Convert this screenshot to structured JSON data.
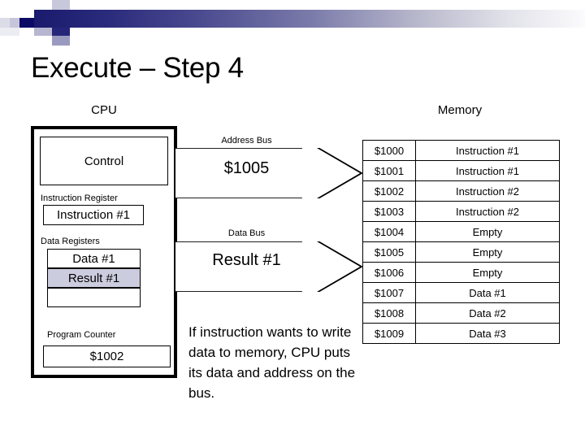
{
  "slide": {
    "title": "Execute – Step 4",
    "cpu_caption": "CPU",
    "memory_caption": "Memory",
    "note": "If instruction wants to write data to memory, CPU puts its data and address on the bus."
  },
  "cpu": {
    "control_label": "Control",
    "instruction_register_label": "Instruction Register",
    "instruction_register_value": "Instruction #1",
    "data_registers_label": "Data Registers",
    "data_registers": [
      {
        "value": "Data #1",
        "highlighted": false
      },
      {
        "value": "Result #1",
        "highlighted": true
      },
      {
        "value": "",
        "highlighted": false
      }
    ],
    "program_counter_label": "Program Counter",
    "program_counter_value": "$1002"
  },
  "buses": [
    {
      "name": "address-bus",
      "label": "Address Bus",
      "value": "$1005",
      "direction": "right"
    },
    {
      "name": "data-bus",
      "label": "Data Bus",
      "value": "Result #1",
      "direction": "right"
    }
  ],
  "memory": {
    "columns": [
      "address",
      "contents"
    ],
    "rows": [
      {
        "address": "$1000",
        "contents": "Instruction #1"
      },
      {
        "address": "$1001",
        "contents": "Instruction #1"
      },
      {
        "address": "$1002",
        "contents": "Instruction #2"
      },
      {
        "address": "$1003",
        "contents": "Instruction #2"
      },
      {
        "address": "$1004",
        "contents": "Empty"
      },
      {
        "address": "$1005",
        "contents": "Empty"
      },
      {
        "address": "$1006",
        "contents": "Empty"
      },
      {
        "address": "$1007",
        "contents": "Data #1"
      },
      {
        "address": "$1008",
        "contents": "Data #2"
      },
      {
        "address": "$1009",
        "contents": "Data #3"
      }
    ]
  },
  "colors": {
    "band_dark": "#1a1a6e",
    "band_light": "#fbfbfd",
    "highlight": "#ccccdf",
    "stroke": "#000000",
    "background": "#ffffff"
  }
}
